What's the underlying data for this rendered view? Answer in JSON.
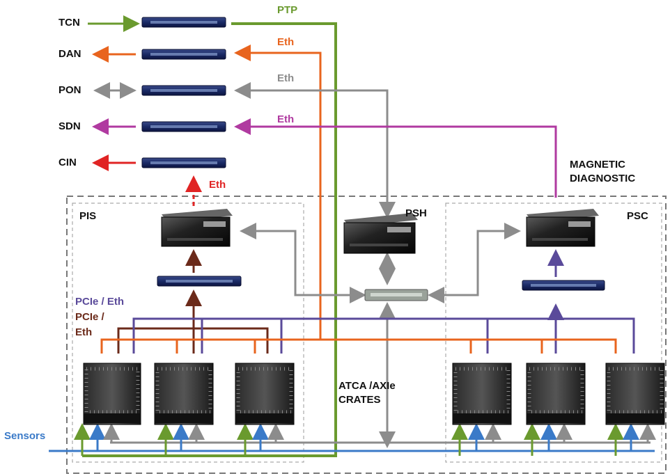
{
  "networks": {
    "tcn": "TCN",
    "dan": "DAN",
    "pon": "PON",
    "sdn": "SDN",
    "cin": "CIN"
  },
  "links": {
    "ptp": "PTP",
    "eth_dan": "Eth",
    "eth_pon": "Eth",
    "eth_sdn": "Eth",
    "eth_cin": "Eth",
    "pcie_eth": "PCIe / Eth",
    "pcie_eth2_line1": "PCIe /",
    "pcie_eth2_line2": "Eth"
  },
  "sections": {
    "pis": "PIS",
    "psh": "PSH",
    "psc": "PSC",
    "magnetic_line1": "MAGNETIC",
    "magnetic_line2": "DIAGNOSTIC",
    "atca_line1": "ATCA /AXIe",
    "atca_line2": "CRATES",
    "sensors": "Sensors"
  },
  "colors": {
    "green": "#6a9a2e",
    "orange": "#e8641e",
    "gray": "#8c8c8c",
    "magenta": "#b03aa0",
    "red": "#e02424",
    "brown": "#6b2a1a",
    "purple": "#5a4a9a",
    "blue": "#3a7ac8"
  }
}
